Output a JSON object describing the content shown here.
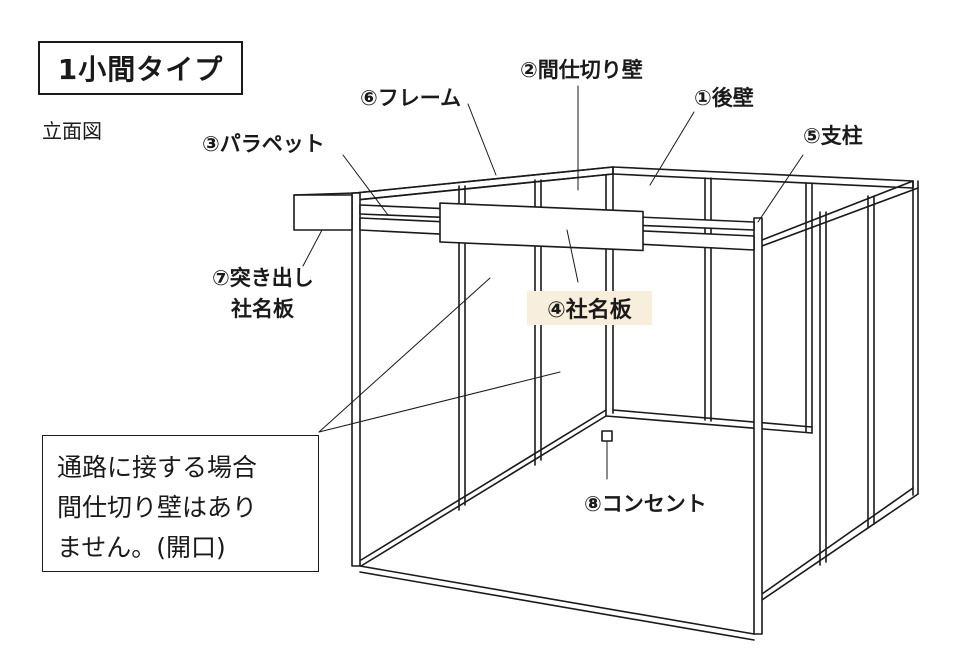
{
  "title": "1小間タイプ",
  "subtitle": "立面図",
  "labels": {
    "back_wall": "①後壁",
    "partition_wall": "②間仕切り壁",
    "parapet": "③パラペット",
    "name_plate": "④社名板",
    "pillar": "⑤支柱",
    "frame": "⑥フレーム",
    "projecting_name_plate": [
      "⑦突き出し",
      "社名板"
    ],
    "outlet": "⑧コンセント"
  },
  "note": {
    "lines": [
      "通路に接する場合",
      "間仕切り壁はあり",
      "ません。(開口)"
    ]
  },
  "colors": {
    "line": "#1a1a1a",
    "nameplate_highlight": "#f8eedc",
    "background": "#ffffff"
  }
}
